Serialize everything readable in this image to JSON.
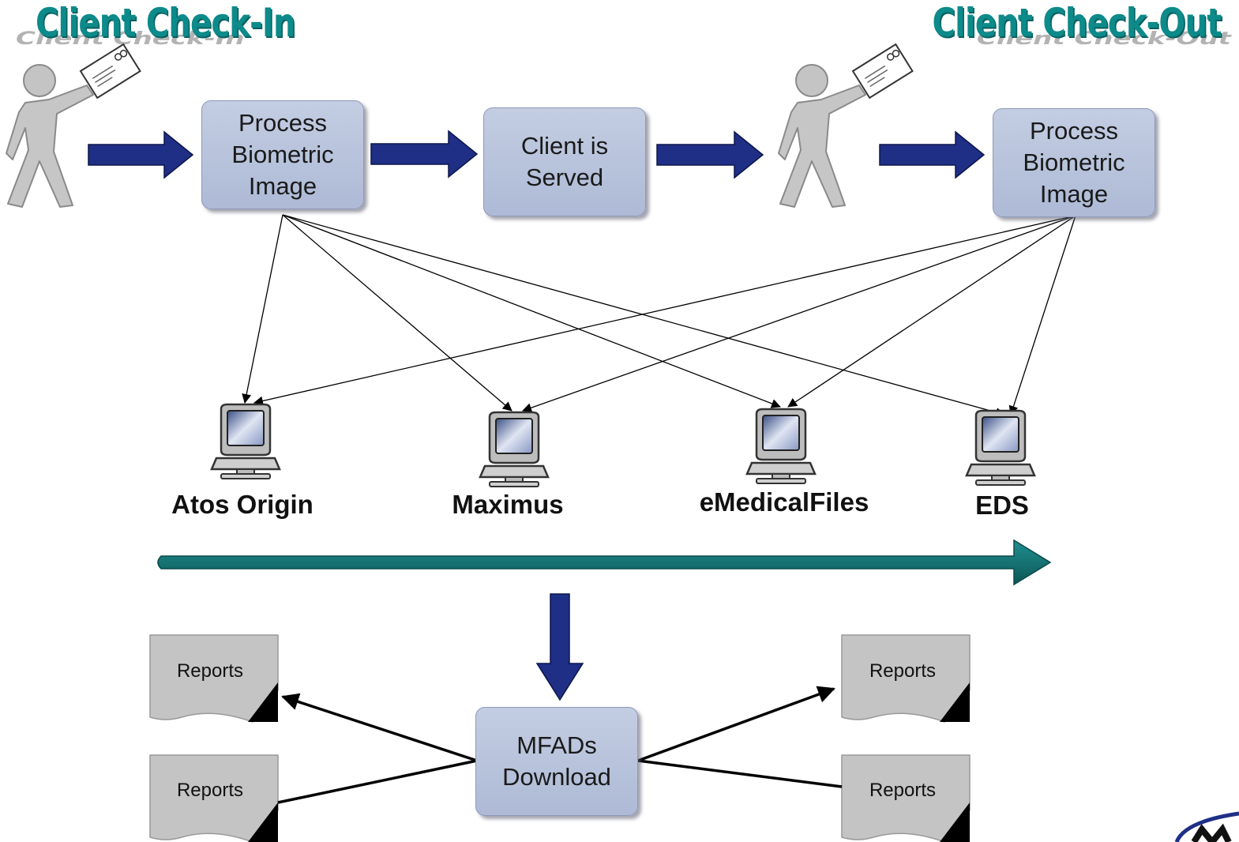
{
  "titles": {
    "check_in": "Client Check-In",
    "check_out": "Client Check-Out"
  },
  "boxes": {
    "process_in": "Process\nBiometric\nImage",
    "served": "Client is\nServed",
    "process_out": "Process\nBiometric\nImage",
    "mfads": "MFADs\nDownload"
  },
  "computers": [
    {
      "label": "Atos Origin"
    },
    {
      "label": "Maximus"
    },
    {
      "label": "eMedicalFiles"
    },
    {
      "label": "EDS"
    }
  ],
  "reports": [
    {
      "label": "Reports"
    },
    {
      "label": "Reports"
    },
    {
      "label": "Reports"
    },
    {
      "label": "Reports"
    }
  ],
  "colors": {
    "title": "#0d8a8a",
    "box_fill": "#b8c3dc",
    "flow_arrow": "#1f2f86",
    "timeline_arrow": "#166a6a",
    "report_fill": "#c4c4c4"
  },
  "icons": {
    "person": "walking-person-with-id-card-icon",
    "computer": "desktop-computer-icon",
    "report": "report-document-icon"
  }
}
